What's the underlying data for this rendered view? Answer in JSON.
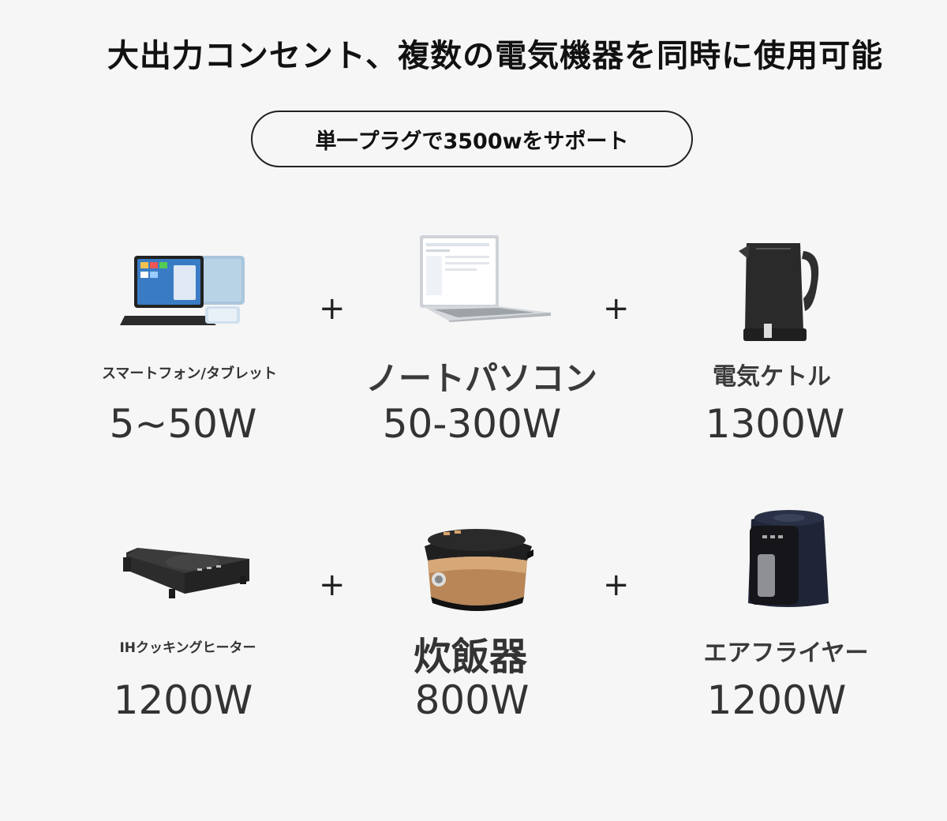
{
  "header": {
    "title": "大出力コンセント、複数の電気機器を同時に使用可能",
    "badge": "単一プラグで3500wをサポート"
  },
  "plus_symbol": "+",
  "devices": [
    {
      "icon": "tablet-smartphone-icon",
      "label": "スマートフォン/タブレット",
      "watt": "5~50W"
    },
    {
      "icon": "laptop-icon",
      "label": "ノートパソコン",
      "watt": "50-300W"
    },
    {
      "icon": "electric-kettle-icon",
      "label": "電気ケトル",
      "watt": "1300W"
    },
    {
      "icon": "ih-cooktop-icon",
      "label": "IHクッキングヒーター",
      "watt": "1200W"
    },
    {
      "icon": "rice-cooker-icon",
      "label": "炊飯器",
      "watt": "800W"
    },
    {
      "icon": "air-fryer-icon",
      "label": "エアフライヤー",
      "watt": "1200W"
    }
  ]
}
